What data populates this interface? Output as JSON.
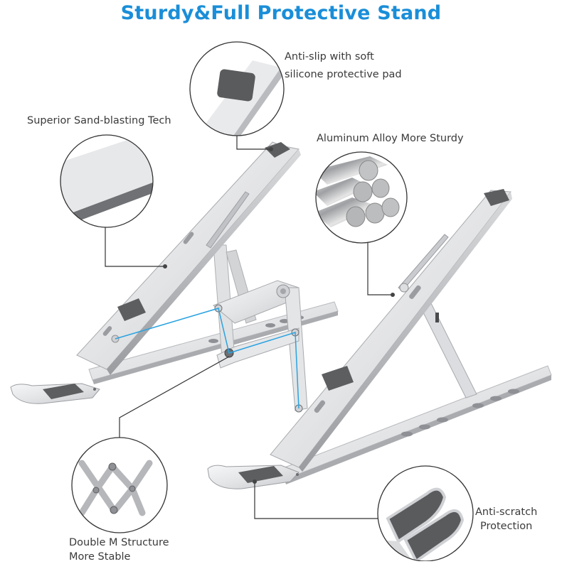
{
  "title": {
    "text": "Sturdy&Full Protective Stand",
    "color": "#1a8ed8"
  },
  "callouts": [
    {
      "id": "anti-slip",
      "lines": [
        "Anti-slip with soft",
        "silicone protective pad"
      ],
      "icon": "silicone-pad-closeup"
    },
    {
      "id": "sand-blasting",
      "lines": [
        "Superior Sand-blasting Tech"
      ],
      "icon": "sandblasted-surface-closeup"
    },
    {
      "id": "aluminum",
      "lines": [
        "Aluminum Alloy More Sturdy"
      ],
      "icon": "aluminum-rods-closeup"
    },
    {
      "id": "double-m",
      "lines": [
        "Double M Structure",
        "More Stable"
      ],
      "icon": "scissor-structure-closeup"
    },
    {
      "id": "anti-scratch",
      "lines": [
        "Anti-scratch",
        "Protection"
      ],
      "icon": "curved-feet-closeup"
    }
  ],
  "colors": {
    "text": "#3a3a3a",
    "leader_line": "#333333",
    "aluminum_light": "#eeeff1",
    "aluminum_mid": "#c9cbcf",
    "aluminum_dark": "#8e9095",
    "pad": "#5d5e60",
    "highlight_line": "#2aa3e0"
  }
}
